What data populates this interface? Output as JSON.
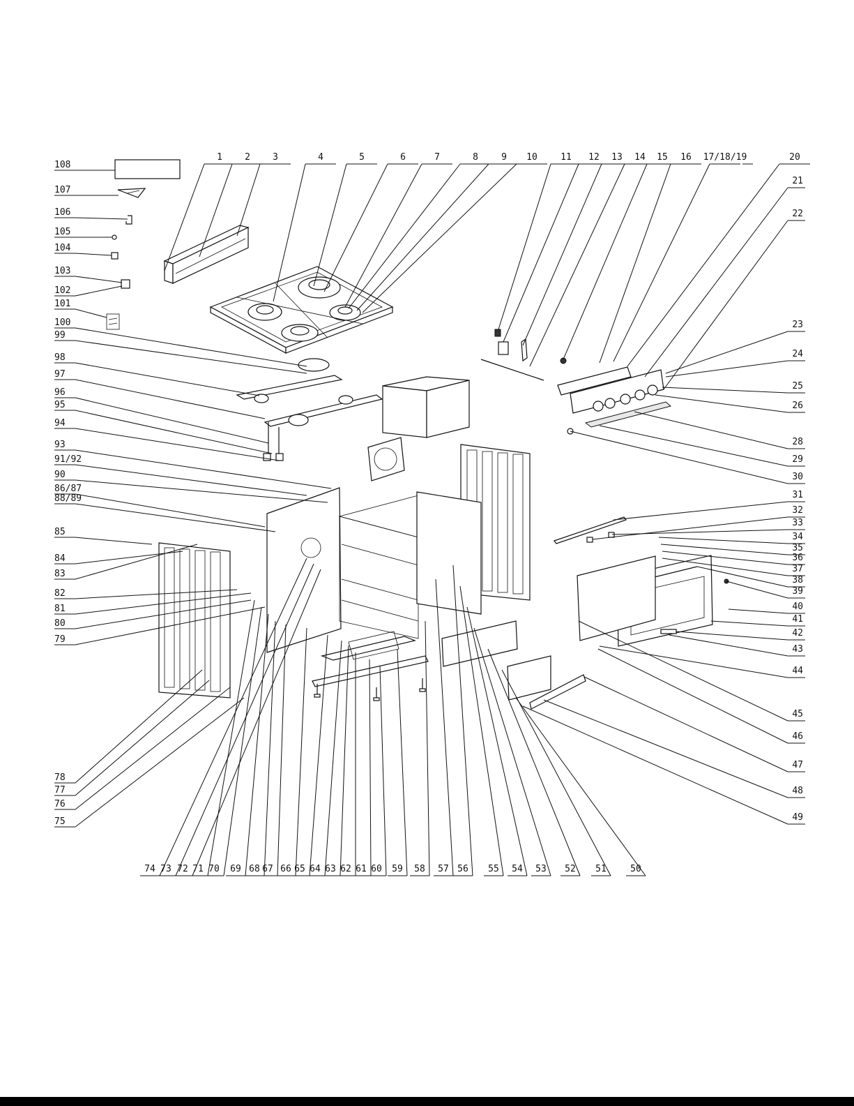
{
  "labels_top": [
    "1",
    "2",
    "3",
    "4",
    "5",
    "6",
    "7",
    "8",
    "9",
    "10",
    "11",
    "12",
    "13",
    "14",
    "15",
    "16",
    "17/18/19",
    "20"
  ],
  "labels_right": [
    "21",
    "22",
    "23",
    "24",
    "25",
    "26",
    "28",
    "29",
    "30",
    "31",
    "32",
    "33",
    "34",
    "35",
    "36",
    "37",
    "38",
    "39",
    "40",
    "41",
    "42",
    "43",
    "44",
    "45",
    "46",
    "47",
    "48",
    "49"
  ],
  "labels_bottom": [
    "74",
    "73",
    "72",
    "71",
    "70",
    "69",
    "68",
    "67",
    "66",
    "65",
    "64",
    "63",
    "62",
    "61",
    "60",
    "59",
    "58",
    "57",
    "56",
    "55",
    "54",
    "53",
    "52",
    "51",
    "50"
  ],
  "labels_left": [
    "108",
    "107",
    "106",
    "105",
    "104",
    "103",
    "102",
    "101",
    "100",
    "99",
    "98",
    "97",
    "96",
    "95",
    "94",
    "93",
    "91/92",
    "90",
    "86/87",
    "88/89",
    "85",
    "84",
    "83",
    "82",
    "81",
    "80",
    "79",
    "78",
    "77",
    "76",
    "75"
  ]
}
